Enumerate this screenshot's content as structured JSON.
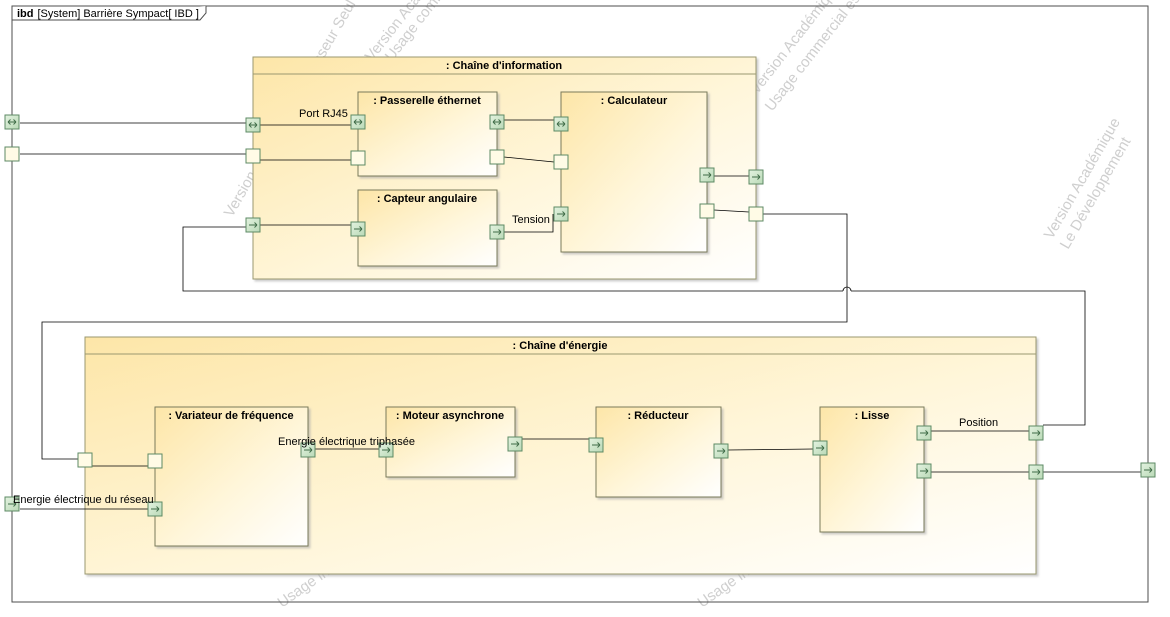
{
  "frame": {
    "kind": "ibd",
    "title": "[System] Barrière Sympact[ IBD ]"
  },
  "blocks": {
    "info_chain": ": Chaîne d'information",
    "energy_chain": ": Chaîne d'énergie",
    "gateway": ": Passerelle éthernet",
    "computer": ": Calculateur",
    "sensor": ": Capteur angulaire",
    "drive": ": Variateur de fréquence",
    "motor": ": Moteur asynchrone",
    "reducer": ": Réducteur",
    "slide": ": Lisse"
  },
  "flow_labels": {
    "rj45": "Port RJ45",
    "tension": "Tension",
    "three_phase": "Energie électrique triphasée",
    "mains": "Energie électrique du réseau",
    "position": "Position"
  },
  "watermarks": [
    "Version Académique Professeur Seul",
    "Usage commercial est strictement",
    "Version Académique",
    "Le Développement",
    "Usage interne"
  ],
  "colors": {
    "block_grad_start": "#fde9b0",
    "block_grad_end": "#ffffff",
    "block_border": "#8a8a6a",
    "port_fill": "#cfe6cc",
    "port_border": "#5d8a64",
    "empty_port_fill": "#fffbe6",
    "line": "#000000"
  }
}
